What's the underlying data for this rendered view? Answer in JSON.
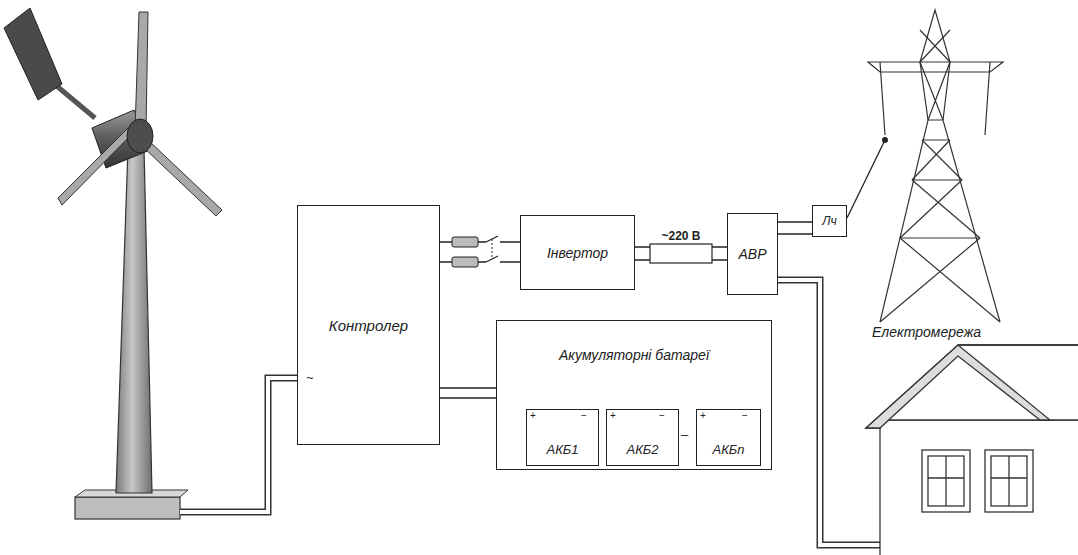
{
  "diagram": {
    "nodes": [
      {
        "text": [
          "Контролер"
        ]
      },
      {
        "text": [
          "Інвертор"
        ]
      },
      {
        "text": [
          "АВР"
        ]
      },
      {
        "text": [
          "Лч"
        ]
      },
      {
        "text": [
          "Акумуляторні батареї"
        ]
      },
      {
        "text": [
          "АКБ1"
        ],
        "in": 4
      },
      {
        "text": [
          "АКБ2"
        ],
        "in": 4
      },
      {
        "text": [
          "АКБn"
        ],
        "in": 4
      }
    ],
    "edges": [
      {
        "from": 0,
        "to": 1,
        "arrow": "none"
      },
      {
        "from": 1,
        "to": 2,
        "label": "~220 В",
        "arrow": "none"
      },
      {
        "from": 2,
        "to": 3,
        "arrow": "none"
      },
      {
        "from": 0,
        "to": 4,
        "arrow": "none"
      }
    ],
    "labels": [
      "~",
      "+",
      "−",
      "+",
      "−",
      "+",
      "−",
      "–",
      "Електромережа"
    ]
  }
}
